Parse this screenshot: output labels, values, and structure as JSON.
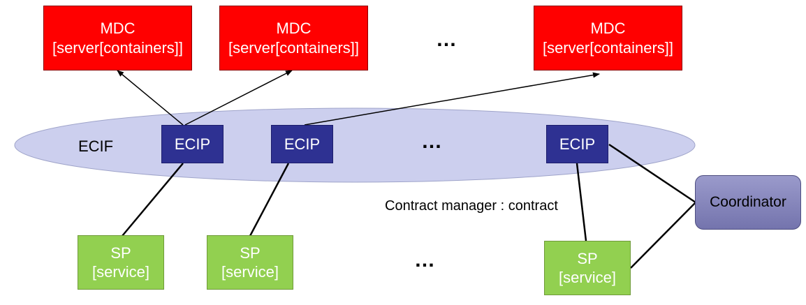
{
  "ellipse": {
    "label": "ECIF"
  },
  "mdc_boxes": [
    {
      "line1": "MDC",
      "line2": "[server[containers]]"
    },
    {
      "line1": "MDC",
      "line2": "[server[containers]]"
    },
    {
      "line1": "MDC",
      "line2": "[server[containers]]"
    }
  ],
  "ecip_boxes": [
    {
      "label": "ECIP"
    },
    {
      "label": "ECIP"
    },
    {
      "label": "ECIP"
    }
  ],
  "sp_boxes": [
    {
      "line1": "SP",
      "line2": "[service]"
    },
    {
      "line1": "SP",
      "line2": "[service]"
    },
    {
      "line1": "SP",
      "line2": "[service]"
    }
  ],
  "coordinator": {
    "label": "Coordinator"
  },
  "contract_text": "Contract manager : contract",
  "ellipsis": {
    "top": "…",
    "middle": "…",
    "bottom": "…"
  },
  "colors": {
    "mdc": "#ff0000",
    "ecip": "#2e3192",
    "sp": "#92d050",
    "ellipse_fill": "#cccfee",
    "coordinator": "#8a8abf"
  }
}
